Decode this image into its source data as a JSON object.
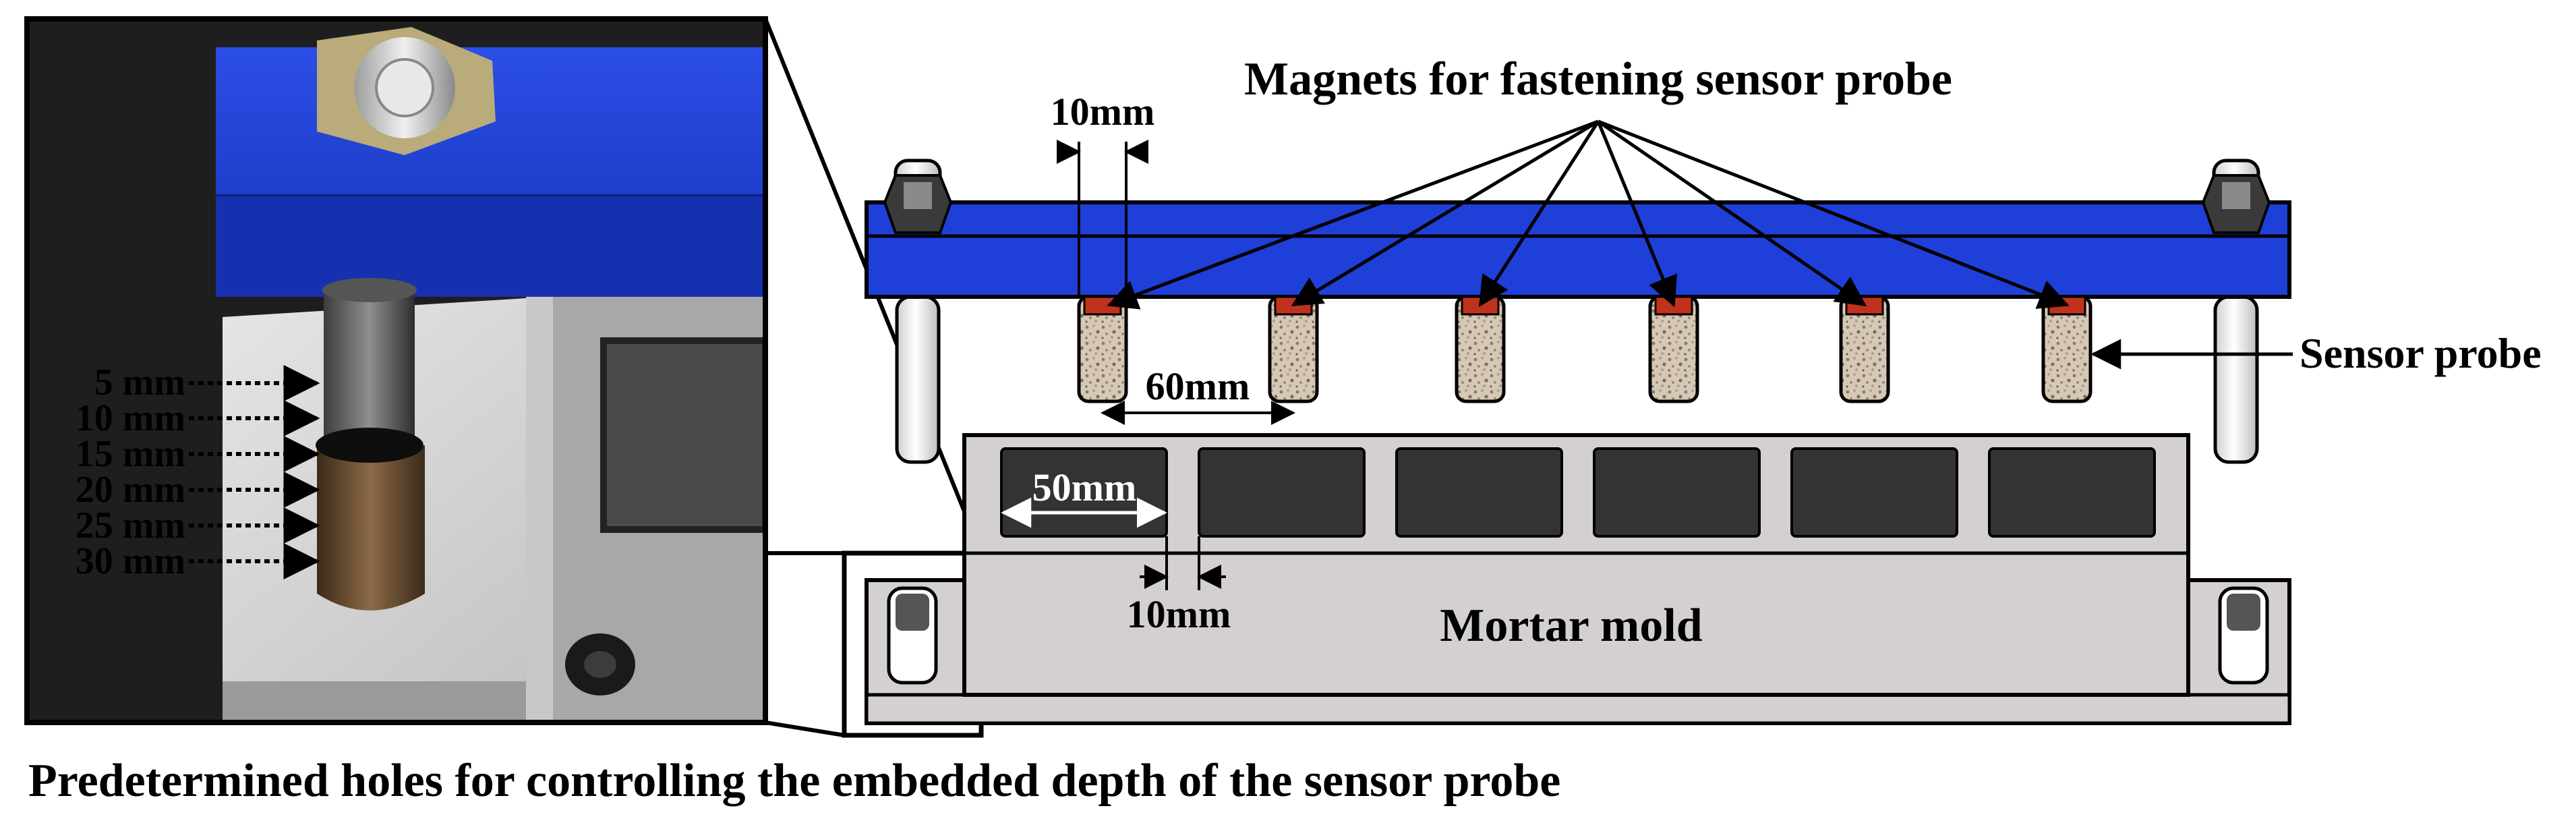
{
  "labels": {
    "magnets": "Magnets for fastening sensor probe",
    "sensor_probe": "Sensor probe",
    "mortar_mold": "Mortar mold",
    "caption": "Predetermined holes for controlling the embedded depth of the sensor probe"
  },
  "dimensions": {
    "gap_top": "10mm",
    "probe_spacing": "60mm",
    "cell_width": "50mm",
    "gap_bottom": "10mm"
  },
  "depths": [
    "5 mm",
    "10 mm",
    "15 mm",
    "20 mm",
    "25 mm",
    "30 mm"
  ],
  "colors": {
    "blue_plate": "#1f3fd9",
    "probe_magnet": "#c0321d",
    "mold": "#d4d0cf",
    "cell": "#333333"
  }
}
